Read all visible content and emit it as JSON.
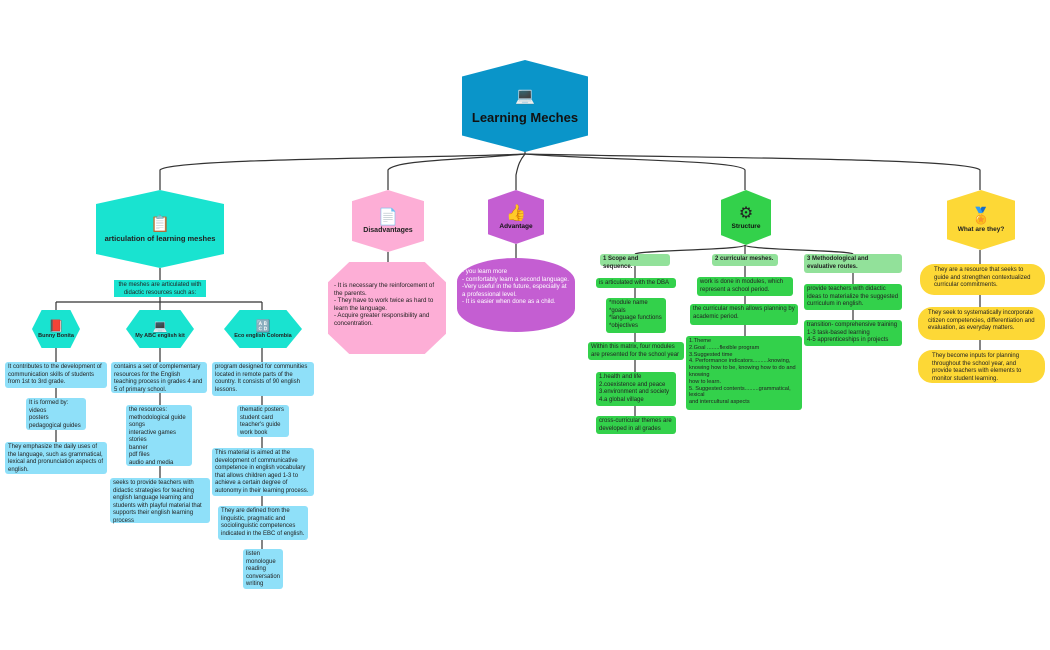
{
  "root": {
    "title": "Learning Meches",
    "icon": "laptop-icon"
  },
  "articulation": {
    "title": "articulation of learning meshes",
    "icon": "checklist-icon",
    "intro": "the meshes are articulated with didactic resources such as:",
    "bunny": {
      "title": "Bunny Bonita",
      "notes": [
        "It contributes to the development of communication skills of students from 1st to 3rd grade.",
        "It is formed by:\nvideos\nposters\npedagogical guides",
        "They emphasize the daily uses of the language, such as grammatical, lexical and pronunciation aspects of english."
      ]
    },
    "abc": {
      "title": "My ABC english kit",
      "notes": [
        "contains a set of complementary resources for the English teaching process in grades 4 and 5 of primary school.",
        "the resources:\nmethodological guide\nsongs\ninteractive games\nstories\nbanner\npdf files\naudio and media",
        "seeks to provide teachers with didactic strategies for teaching english language learning and students with playful material that supports their english learning process"
      ]
    },
    "eco": {
      "title": "Eco english Colombia",
      "notes": [
        "program designed for communities located in remote parts of the country. It consists of 90 english lessons.",
        "thematic posters\nstudent card\nteacher's guide\nwork book",
        "This material is aimed at the development of communicative competence in english vocabulary that allows children aged 1-3 to achieve a certain degree of autonomy in their learning process.",
        "They are defined from the linguistic, pragmatic and sociolinguistic competences indicated in the EBC of english.",
        "listen\nmonologue\nreading\nconversation\nwriting"
      ]
    }
  },
  "disadvantages": {
    "title": "Disadvantages",
    "icon": "document-search-icon",
    "text": "- It is necessary the reinforcement of the parents.\n- They have to work twice as hard to learn the language.\n- Acquire greater responsibility and concentration."
  },
  "advantage": {
    "title": "Advantage",
    "icon": "thumbs-up-icon",
    "text": "- you learn more\n- comfortably learn a second language.\n-Very useful in the future, especially at a professional level.\n- It is easier when done as a child."
  },
  "structure": {
    "title": "Structure",
    "icon": "gears-icon",
    "col1": {
      "header": "1 Scope and sequence.",
      "items": [
        "is articulated with the DBA",
        "*module name\n*goals\n*language functions\n*objectives",
        "Within this matrix, four modules are presented for the school year",
        "1.health and life\n2.coexistence and peace\n3.environment and society\n4.a global village",
        "cross-curricular themes are developed in all grades"
      ]
    },
    "col2": {
      "header": "2 curricular meshes.",
      "items": [
        "work is done in modules, which represent a school period.",
        "the curricular mesh allows planning by academic period.",
        "1.Theme\n2.Goal ........flexible program\n3.Suggested time\n4. Performance indicators..........knowing, knowing how to be, knowing how to do and knowing\nhow to learn.\n5. Suggested contents.........grammatical, lexical\nand intercultural aspects"
      ]
    },
    "col3": {
      "header": "3 Methodological and evaluative routes.",
      "items": [
        "provide teachers with didactic ideas to materialize the suggested curriculum in english.",
        "transition- comprehensive training\n1-3 task-based learning\n4-5 apprenticeships in projects"
      ]
    }
  },
  "what": {
    "title": "What are they?",
    "icon": "award-icon",
    "items": [
      "They are a resource that seeks to guide and strengthen contextualized curricular commitments.",
      "They seek to systematically incorporate citizen competencies, differentiation and evaluation, as everyday matters.",
      "They become inputs for planning throughout the school year, and provide teachers with elements to monitor student learning."
    ]
  },
  "colors": {
    "root": "#0a95c9",
    "cyan": "#19e3d0",
    "blue": "#8fe0f9",
    "green": "#33d14b",
    "pink": "#fdaed6",
    "purple": "#c45ed2",
    "yellow": "#fdd836"
  }
}
